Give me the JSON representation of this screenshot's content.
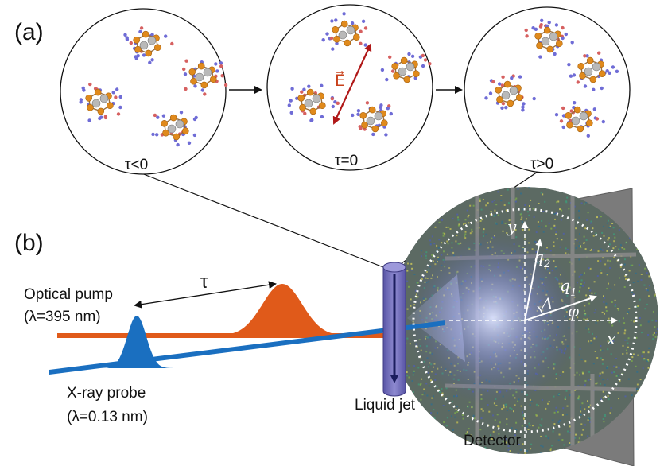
{
  "panel_a": {
    "label": "(a)",
    "circles": [
      {
        "tau_label": "τ<0"
      },
      {
        "tau_label": "τ=0",
        "field_label": "E⃗"
      },
      {
        "tau_label": "τ>0"
      }
    ]
  },
  "panel_b": {
    "label": "(b)",
    "tau_label": "τ",
    "pump_label": "Optical pump",
    "pump_wavelength": "(λ=395 nm)",
    "probe_label": "X-ray probe",
    "probe_wavelength": "(λ=0.13 nm)",
    "jet_label": "Liquid jet",
    "detector_label": "Detector",
    "axes": {
      "x": "x",
      "y": "y",
      "q1": "q",
      "q1_sub": "1",
      "q2": "q",
      "q2_sub": "2",
      "phi": "φ",
      "delta": "Δ"
    }
  },
  "colors": {
    "pump": "#e05a1a",
    "probe": "#1a6fc0",
    "field_arrow": "#b01818",
    "jet": "#6a66b0",
    "detector": "#7b7b7b"
  }
}
